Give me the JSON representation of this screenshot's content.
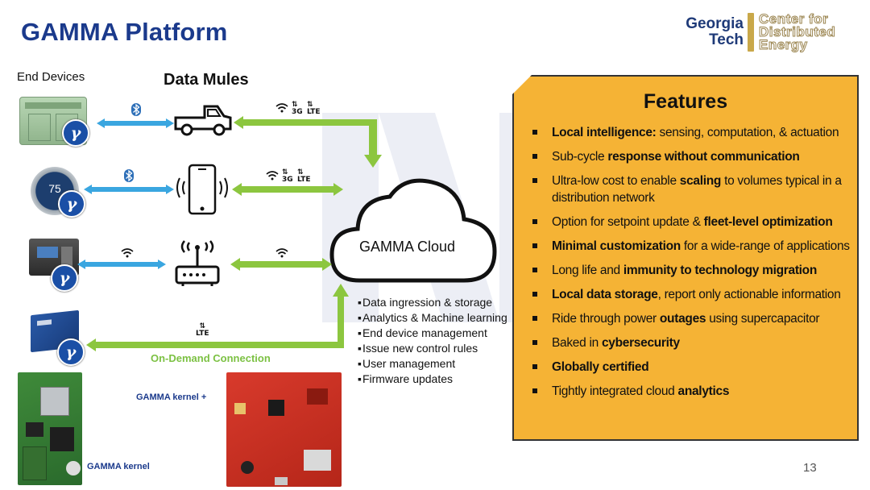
{
  "title": "GAMMA Platform",
  "logo": {
    "georgia_tech_line1": "Georgia",
    "georgia_tech_line2": "Tech",
    "cde_line1": "Center for",
    "cde_line2": "Distributed",
    "cde_line3": "Energy"
  },
  "labels": {
    "end_devices": "End Devices",
    "data_mules": "Data Mules",
    "cloud": "GAMMA Cloud",
    "on_demand": "On-Demand Connection",
    "kernel_plus": "GAMMA kernel +",
    "kernel": "GAMMA kernel"
  },
  "device_badge_symbol": "γ",
  "thermostat_reading": "75",
  "connections": {
    "row1_left": "bluetooth-icon",
    "row1_right": "3G LTE",
    "row1_right_g": "3G",
    "row1_right_lte": "LTE",
    "row2_left": "bluetooth-icon",
    "row2_right_g": "3G",
    "row2_right_lte": "LTE",
    "row3_left": "wifi-icon",
    "row3_right": "wifi-icon",
    "row4": "LTE"
  },
  "cloud_functions": [
    "Data ingression & storage",
    "Analytics & Machine learning",
    "End device management",
    "Issue new control rules",
    "User management",
    "Firmware updates"
  ],
  "features": {
    "title": "Features",
    "items": [
      {
        "bold": "Local intelligence:",
        "text": " sensing, computation, & actuation",
        "order": "bold-first"
      },
      {
        "pre": "Sub-cycle ",
        "bold": "response without communication",
        "post": ""
      },
      {
        "pre": "Ultra-low cost to enable ",
        "bold": "scaling",
        "post": " to volumes typical in a distribution network"
      },
      {
        "pre": "Option for setpoint update & ",
        "bold": "fleet-level optimization",
        "post": ""
      },
      {
        "pre": "",
        "bold": "Minimal customization",
        "post": " for a wide-range of applications"
      },
      {
        "pre": "Long life and ",
        "bold": "immunity to technology migration",
        "post": ""
      },
      {
        "pre": "",
        "bold": "Local data storage",
        "post": ", report only actionable information"
      },
      {
        "pre": "Ride through power ",
        "bold": "outages",
        "post": " using supercapacitor"
      },
      {
        "pre": "Baked in ",
        "bold": "cybersecurity",
        "post": ""
      },
      {
        "pre": "",
        "bold": "Globally certified",
        "post": ""
      },
      {
        "pre": "Tightly integrated cloud ",
        "bold": "analytics",
        "post": ""
      }
    ]
  },
  "page_number": "13",
  "colors": {
    "title": "#1b3a8c",
    "features_bg": "#f5b335",
    "blue_arrow": "#3aa6e0",
    "green_arrow": "#8cc63f",
    "badge": "#1a4fa6"
  }
}
